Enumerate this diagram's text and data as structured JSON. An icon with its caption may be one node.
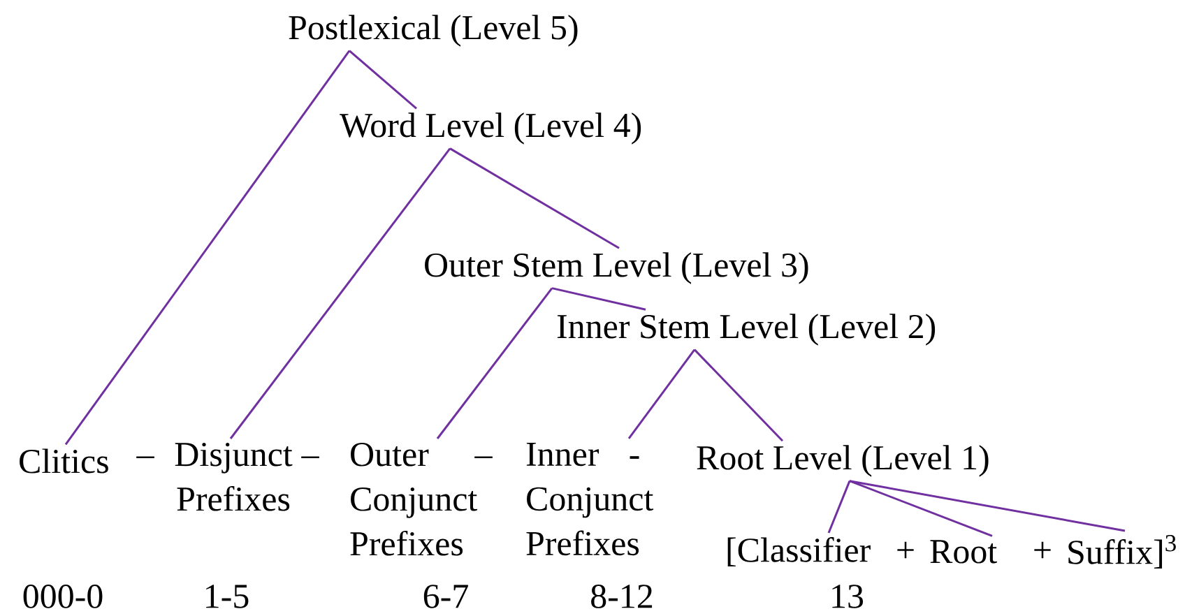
{
  "diagram": {
    "nodes": [
      {
        "text": [
          "Postlexical  (Level 5)"
        ]
      },
      {
        "text": [
          "Word Level  (Level 4)"
        ]
      },
      {
        "text": [
          "Outer Stem Level  (Level 3)"
        ]
      },
      {
        "text": [
          "Inner Stem Level  (Level 2)"
        ]
      },
      {
        "text": [
          "Clitics"
        ]
      },
      {
        "text": [
          "Disjunct Prefixes"
        ]
      },
      {
        "text": [
          "Outer Conjunct Prefixes"
        ]
      },
      {
        "text": [
          "Inner Conjunct Prefixes"
        ]
      },
      {
        "text": [
          "Root Level  (Level 1)"
        ]
      },
      {
        "text": [
          "[Classifier"
        ]
      },
      {
        "text": [
          "Root"
        ]
      },
      {
        "text": [
          "Suffix]$^{3}$"
        ]
      }
    ],
    "edges": [
      {
        "from": 0,
        "to": 4,
        "arrow": "none"
      },
      {
        "from": 0,
        "to": 1,
        "arrow": "none"
      },
      {
        "from": 1,
        "to": 5,
        "arrow": "none"
      },
      {
        "from": 1,
        "to": 2,
        "arrow": "none"
      },
      {
        "from": 2,
        "to": 6,
        "arrow": "none"
      },
      {
        "from": 2,
        "to": 3,
        "arrow": "none"
      },
      {
        "from": 3,
        "to": 7,
        "arrow": "none"
      },
      {
        "from": 3,
        "to": 8,
        "arrow": "none"
      },
      {
        "from": 8,
        "to": 9,
        "arrow": "none"
      },
      {
        "from": 8,
        "to": 10,
        "arrow": "none"
      },
      {
        "from": 8,
        "to": 11,
        "arrow": "none"
      }
    ],
    "labels": [
      "–",
      "–",
      "–",
      "-",
      "+",
      "+",
      "000-0",
      "1-5",
      "6-7",
      "8-12",
      "13"
    ]
  }
}
